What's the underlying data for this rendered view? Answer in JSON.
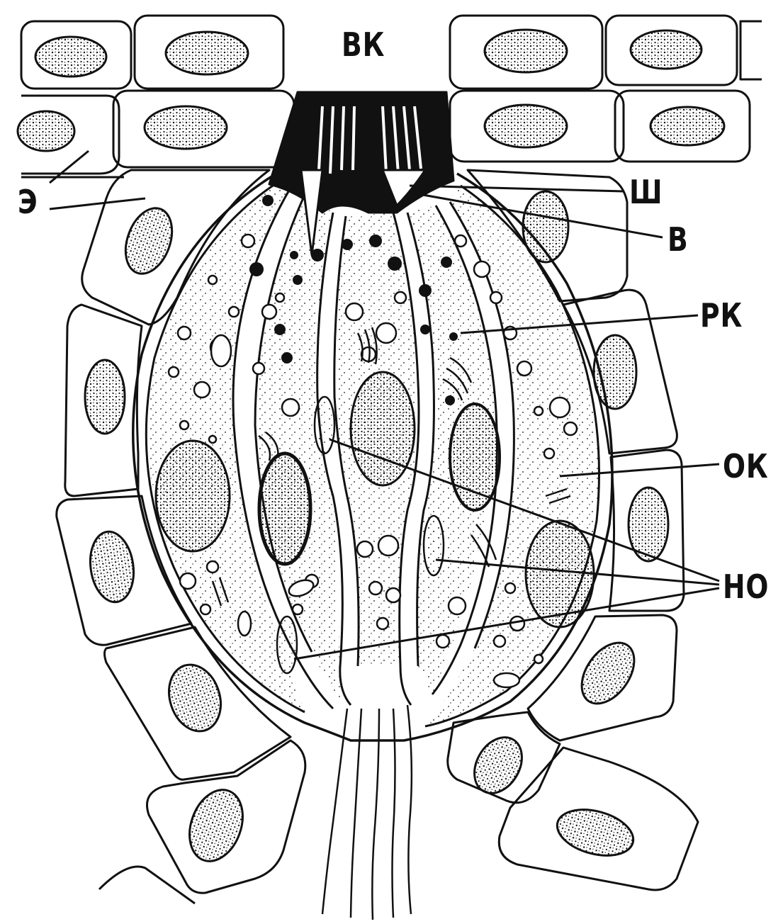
{
  "figure": {
    "labels": {
      "vk": "ВК",
      "e": "Э",
      "sh": "Ш",
      "v": "В",
      "rk": "РК",
      "ok": "ОК",
      "no": "НО"
    }
  },
  "colors": {
    "ink": "#111111",
    "background": "#ffffff"
  }
}
